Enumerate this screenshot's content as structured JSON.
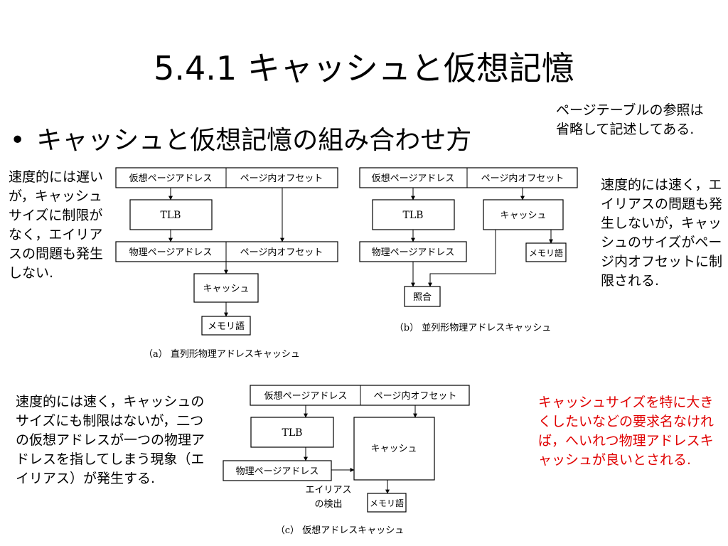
{
  "slide": {
    "title": "5.4.1 キャッシュと仮想記憶",
    "bullet": "キャッシュと仮想記憶の組み合わせ方",
    "bullet_marker": "•"
  },
  "notes": {
    "top": "ページテーブルの参照は省略して記述してある.",
    "a": "速度的には遅いが，キャッシュサイズに制限がなく，エイリアスの問題も発生しない.",
    "b": "速度的には速く，エイリアスの問題も発生しないが，キャッシュのサイズがページ内オフセットに制限される.",
    "c": "速度的には速く，キャッシュのサイズにも制限はないが，二つの仮想アドレスが一つの物理アドレスを指してしまう現象（エイリアス）が発生する.",
    "red": "キャッシュサイズを特に大きくしたいなどの要求名なければ，へいれつ物理アドレスキャッシュが良いとされる.",
    "red_color": "#e00000"
  },
  "diagram_a": {
    "vpage": "仮想ページアドレス",
    "offset1": "ページ内オフセット",
    "tlb": "TLB",
    "ppage": "物理ページアドレス",
    "offset2": "ページ内オフセット",
    "cache": "キャッシュ",
    "memword": "メモリ語",
    "caption": "（a） 直列形物理アドレスキャッシュ"
  },
  "diagram_b": {
    "vpage": "仮想ページアドレス",
    "offset": "ページ内オフセット",
    "tlb": "TLB",
    "cache": "キャッシュ",
    "ppage": "物理ページアドレス",
    "memword": "メモリ語",
    "compare": "照合",
    "caption": "（b） 並列形物理アドレスキャッシュ"
  },
  "diagram_c": {
    "vpage": "仮想ページアドレス",
    "offset": "ページ内オフセット",
    "tlb": "TLB",
    "cache": "キャッシュ",
    "ppage": "物理ページアドレス",
    "alias_line1": "エイリアス",
    "alias_line2": "の検出",
    "memword": "メモリ語",
    "caption": "（c） 仮想アドレスキャッシュ"
  }
}
